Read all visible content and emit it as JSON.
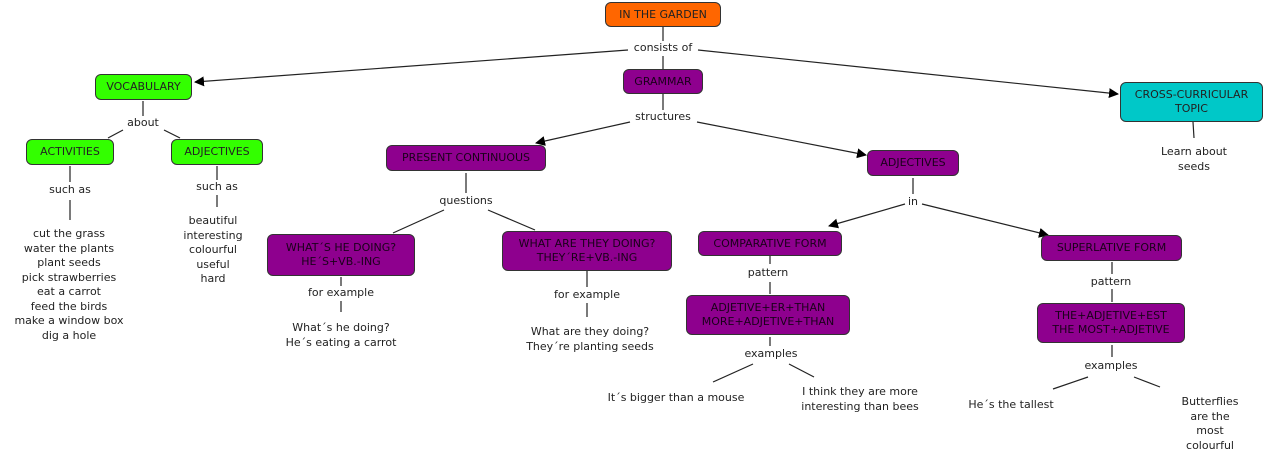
{
  "colors": {
    "root": "#ff6600",
    "vocabulary": "#33ff00",
    "grammar": "#8e008e",
    "topic": "#00c8c8"
  },
  "nodes": {
    "root": "IN THE GARDEN",
    "vocabulary": "VOCABULARY",
    "grammar": "GRAMMAR",
    "cross_curricular": "CROSS-CURRICULAR\nTOPIC",
    "activities": "ACTIVITIES",
    "vocab_adjectives": "ADJECTIVES",
    "present_continuous": "PRESENT CONTINUOUS",
    "grammar_adjectives": "ADJECTIVES",
    "whats_he_doing": "WHAT´S HE DOING?\nHE´S+VB.-ING",
    "what_are_they_doing": "WHAT ARE THEY DOING?\nTHEY´RE+VB.-ING",
    "comparative_form": "COMPARATIVE FORM",
    "superlative_form": "SUPERLATIVE FORM",
    "comparative_pattern": "ADJETIVE+ER+THAN\nMORE+ADJETIVE+THAN",
    "superlative_pattern": "THE+ADJETIVE+EST\nTHE MOST+ADJETIVE"
  },
  "links": {
    "consists_of": "consists of",
    "about": "about",
    "structures": "structures",
    "such_as_1": "such as",
    "such_as_2": "such as",
    "questions": "questions",
    "in": "in",
    "for_example_1": "for example",
    "for_example_2": "for example",
    "pattern_1": "pattern",
    "pattern_2": "pattern",
    "examples_1": "examples",
    "examples_2": "examples"
  },
  "texts": {
    "activities_list": "cut the grass\nwater the plants\nplant seeds\npick strawberries\neat a carrot\nfeed the birds\nmake a window box\ndig a hole",
    "adjectives_list": "beautiful\ninteresting\ncolourful\nuseful\nhard",
    "he_example": "What´s he doing?\nHe´s eating a carrot",
    "they_example": "What are they doing?\nThey´re planting seeds",
    "comp_example_1": "It´s bigger than a mouse",
    "comp_example_2": "I think they are more\ninteresting than bees",
    "sup_example_1": "He´s the tallest",
    "sup_example_2": "Butterflies are the\nmost colourful",
    "seeds": "Learn about seeds"
  }
}
